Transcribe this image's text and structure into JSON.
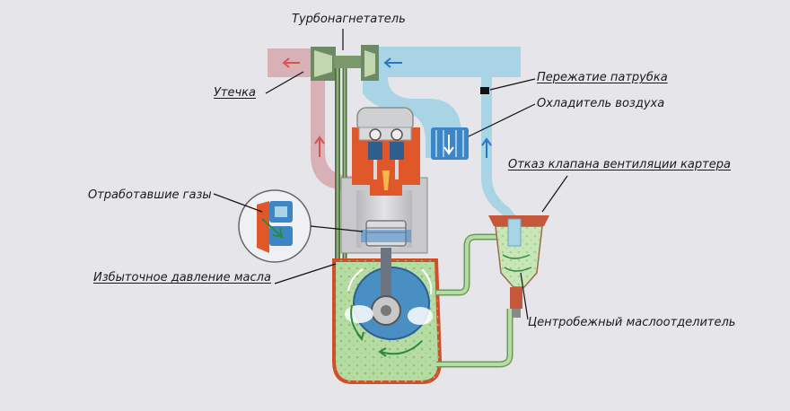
{
  "labels": {
    "turbo": "Турбонагнетатель",
    "leak": "Утечка",
    "pinch": "Пережатие патрубка",
    "cooler": "Охладитель воздуха",
    "valve": "Отказ клапана вентиляции картера",
    "exhaust": "Отработавшие газы",
    "pressure": "Избыточное давление масла",
    "separator": "Центробежный маслоотделитель"
  },
  "colors": {
    "background": "#e6e6ea",
    "intake_pipe": "#a9d4e6",
    "exhaust_pipe": "#d8b1b6",
    "oil_pipe": "#a3c98c",
    "crankcase_oil": "#b6dca4",
    "engine_body": "#c9c9cb",
    "hot_zone": "#e0582a",
    "cooler_fins": "#3d86c6",
    "leader_line": "#111111"
  },
  "icons": {
    "flow_arrow_hot": "arrow-left-red",
    "flow_arrow_cold": "arrow-left-blue",
    "zoom_callout": "magnifier-circle"
  }
}
